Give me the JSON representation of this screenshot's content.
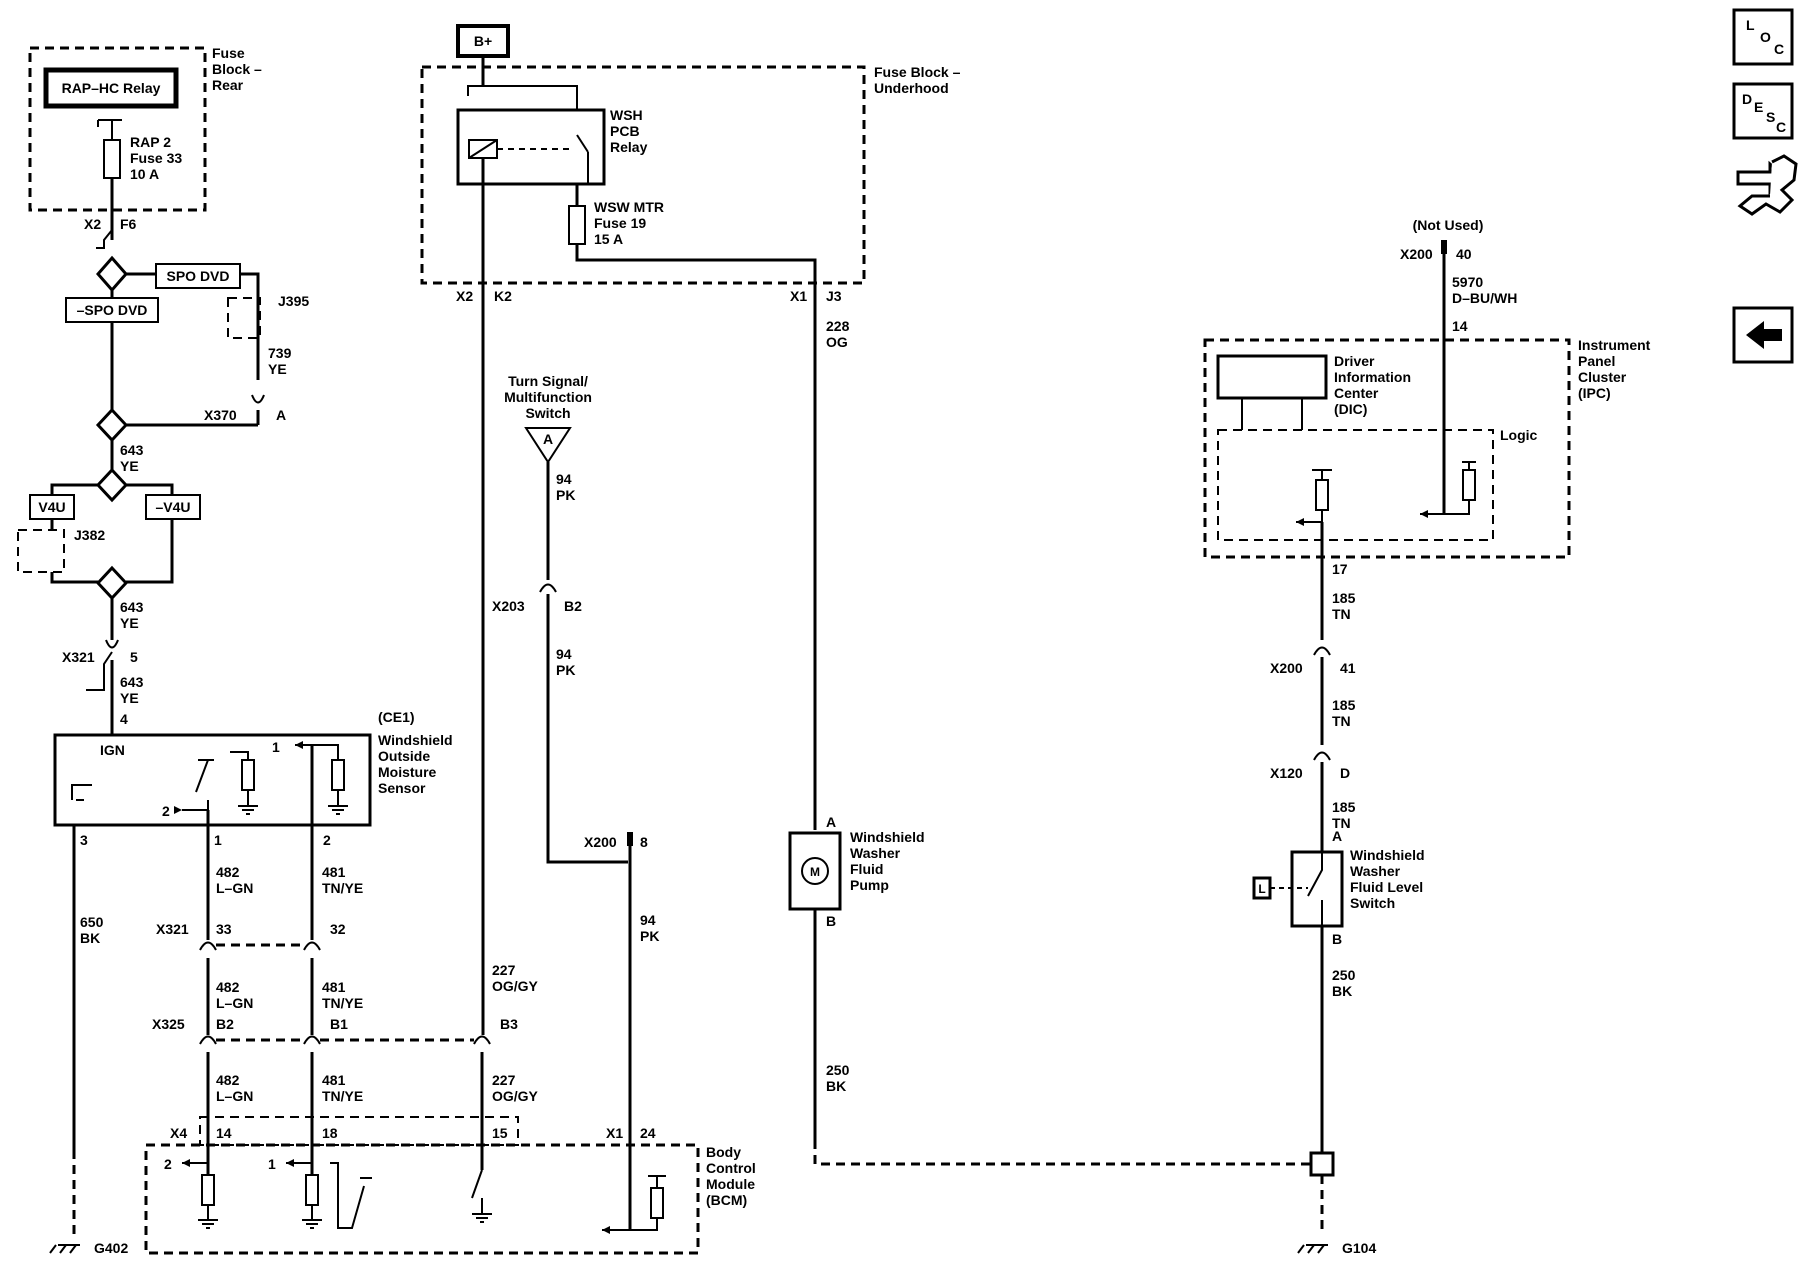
{
  "labels": {
    "fuse_block_rear": [
      "Fuse",
      "Block –",
      "Rear"
    ],
    "rap_relay": "RAP–HC Relay",
    "rap_fuse": [
      "RAP 2",
      "Fuse 33",
      "10 A"
    ],
    "x2": "X2",
    "f6": "F6",
    "spo_dvd": "SPO DVD",
    "not_spo_dvd": "–SPO DVD",
    "j395": "J395",
    "w739": "739",
    "ye": "YE",
    "x370": "X370",
    "a": "A",
    "w643": "643",
    "v4u": "V4U",
    "not_v4u": "–V4U",
    "j382": "J382",
    "x321": "X321",
    "p5": "5",
    "p4": "4",
    "ce1": "(CE1)",
    "moisture_sensor": [
      "Windshield",
      "Outside",
      "Moisture",
      "Sensor"
    ],
    "ign": "IGN",
    "p1": "1",
    "p2": "2",
    "p3": "3",
    "w482": "482",
    "lgn": "L–GN",
    "w481": "481",
    "tnye": "TN/YE",
    "w650": "650",
    "bk": "BK",
    "p33": "33",
    "p32": "32",
    "x325": "X325",
    "b2": "B2",
    "b1": "B1",
    "b3": "B3",
    "w227": "227",
    "oggy": "OG/GY",
    "x4": "X4",
    "p14": "14",
    "p18": "18",
    "p15": "15",
    "x1": "X1",
    "p24": "24",
    "bcm": [
      "Body",
      "Control",
      "Module",
      "(BCM)"
    ],
    "g402": "G402",
    "bplus": "B+",
    "fuse_block_underhood": [
      "Fuse Block –",
      "Underhood"
    ],
    "wsh_relay": [
      "WSH",
      "PCB",
      "Relay"
    ],
    "wsw_fuse": [
      "WSW MTR",
      "Fuse 19",
      "15 A"
    ],
    "k2": "K2",
    "j3": "J3",
    "w228": "228",
    "og": "OG",
    "turn_switch": [
      "Turn Signal/",
      "Multifunction",
      "Switch"
    ],
    "w94": "94",
    "pk": "PK",
    "x203": "X203",
    "x200": "X200",
    "p8": "8",
    "pump": [
      "Windshield",
      "Washer",
      "Fluid",
      "Pump"
    ],
    "b": "B",
    "m": "M",
    "w250": "250",
    "not_used": "(Not Used)",
    "p40": "40",
    "w5970": "5970",
    "dbuwh": "D–BU/WH",
    "ipc": [
      "Instrument",
      "Panel",
      "Cluster",
      "(IPC)"
    ],
    "dic": [
      "Driver",
      "Information",
      "Center",
      "(DIC)"
    ],
    "logic": "Logic",
    "p17": "17",
    "w185": "185",
    "tn": "TN",
    "p41": "41",
    "x120": "X120",
    "d": "D",
    "level_switch": [
      "Windshield",
      "Washer",
      "Fluid Level",
      "Switch"
    ],
    "l": "L",
    "g104": "G104"
  },
  "nav": {
    "loc": [
      "L",
      "O",
      "C"
    ],
    "desc": [
      "D",
      "E",
      "S",
      "C"
    ]
  }
}
